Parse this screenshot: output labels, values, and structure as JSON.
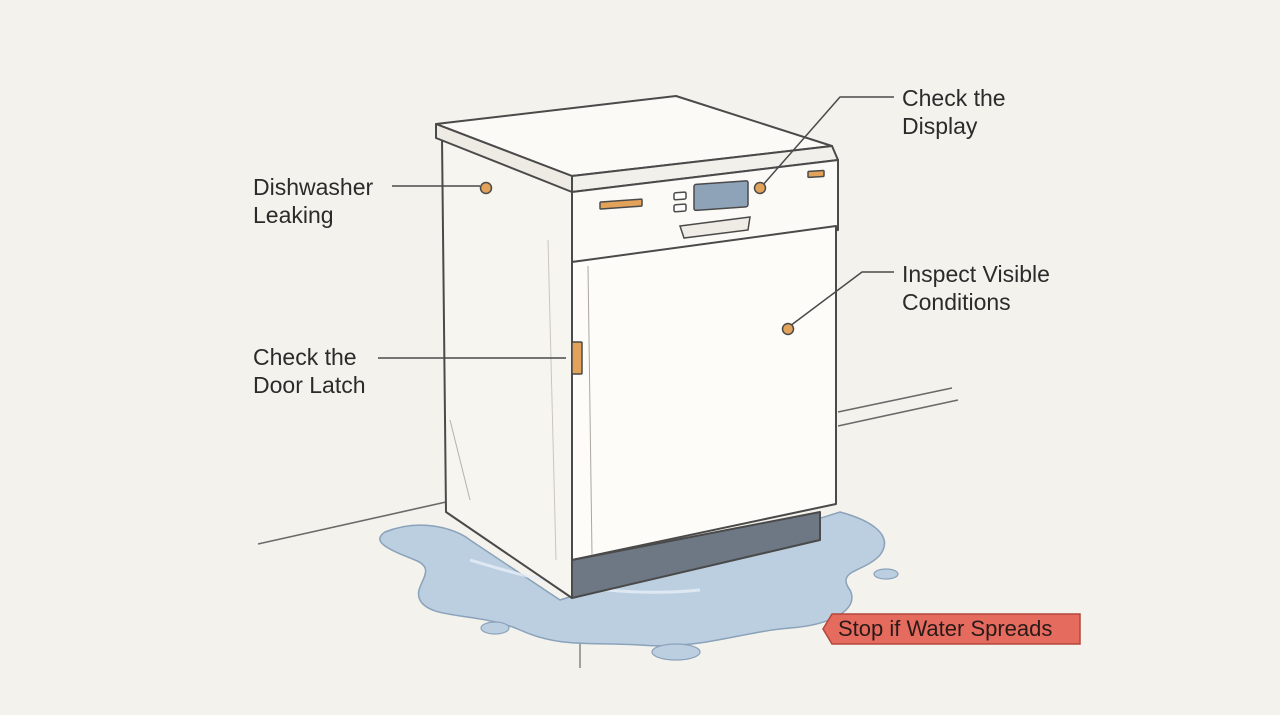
{
  "callouts": {
    "leaking": {
      "text": "Dishwasher\nLeaking"
    },
    "latch": {
      "text": "Check the\nDoor Latch"
    },
    "display": {
      "text": "Check the\nDisplay"
    },
    "inspect": {
      "text": "Inspect Visible\nConditions"
    }
  },
  "warning": {
    "text": "Stop if Water Spreads",
    "color": "#e46b5e"
  },
  "colors": {
    "background": "#f4f2ec",
    "marker": "#e2a25a",
    "water": "#b9cde0",
    "outline": "#4a4a4a",
    "appliance_body": "#fbfaf6",
    "kick_plate": "#6e7884",
    "display_screen": "#8fa3b8"
  }
}
